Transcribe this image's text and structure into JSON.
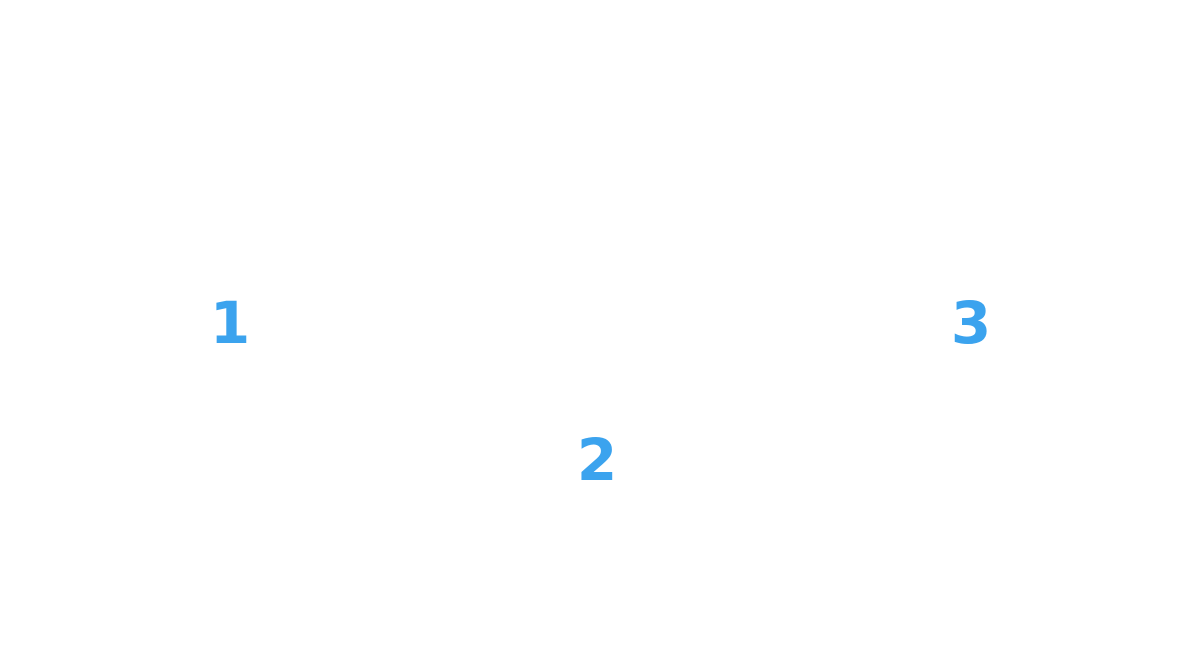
{
  "steps": [
    {
      "label": "1"
    },
    {
      "label": "2"
    },
    {
      "label": "3"
    }
  ],
  "colors": {
    "accent": "#3ba3ee",
    "background": "#ffffff"
  }
}
